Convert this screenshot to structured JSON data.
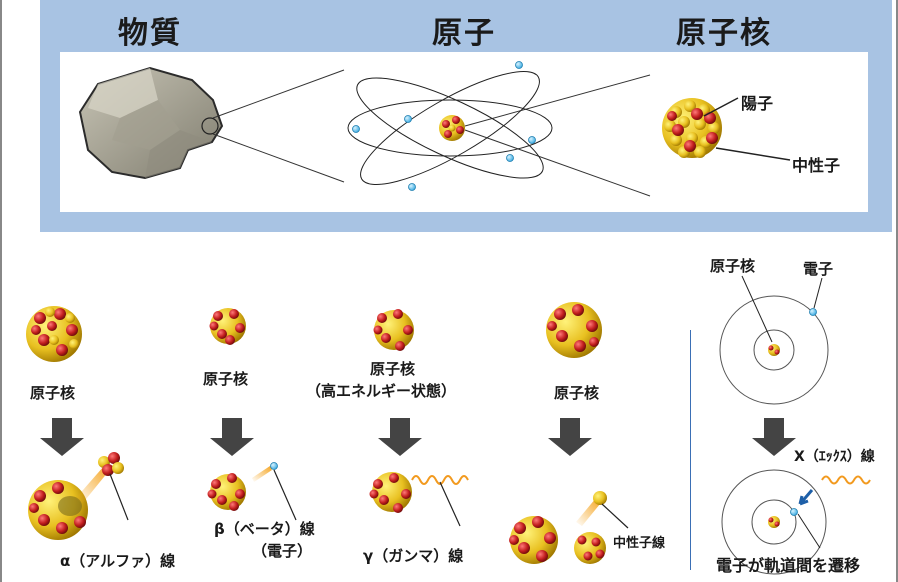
{
  "top": {
    "matter": "物質",
    "atom": "原子",
    "nucleus": "原子核",
    "proton": "陽子",
    "neutron": "中性子"
  },
  "alpha": {
    "nucleus": "原子核",
    "ray": "α（アルファ）線"
  },
  "beta": {
    "nucleus": "原子核",
    "ray": "β（ベータ）線",
    "ray_note": "（電子）"
  },
  "gamma": {
    "nucleus": "原子核",
    "nucleus_note": "（高エネルギー状態）",
    "ray": "γ（ガンマ）線"
  },
  "neutron_ray": {
    "nucleus": "原子核",
    "ray": "中性子線"
  },
  "xray": {
    "nucleus": "原子核",
    "electron": "電子",
    "ray": "X（ｴｯｸｽ）線",
    "caption": "電子が軌道間を遷移"
  },
  "colors": {
    "proton": "#c21e1e",
    "neutron": "#e8c020",
    "electron": "#36a8e0",
    "panel": "#a8c3e3",
    "arrow": "#444444"
  }
}
